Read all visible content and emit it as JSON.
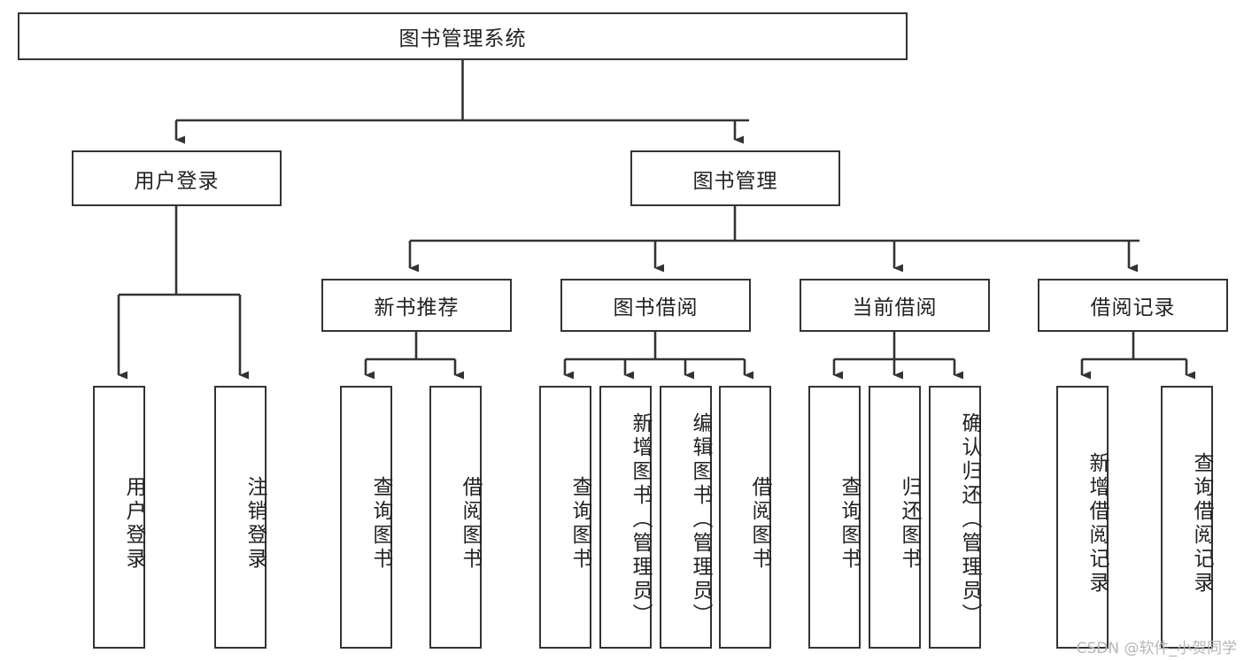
{
  "diagram": {
    "title": "图书管理系统",
    "type": "tree-hierarchy-diagram",
    "watermark": "CSDN @软件_小贺同学",
    "colors": {
      "box_border": "#333333",
      "box_fill": "#ffffff",
      "connector": "#333333",
      "text": "#222222",
      "watermark": "#b6b6b6"
    },
    "root": {
      "label": "图书管理系统"
    },
    "level2": [
      {
        "label": "用户登录"
      },
      {
        "label": "图书管理"
      }
    ],
    "level3": [
      {
        "label": "新书推荐"
      },
      {
        "label": "图书借阅"
      },
      {
        "label": "当前借阅"
      },
      {
        "label": "借阅记录"
      }
    ],
    "leaves": {
      "user_login": [
        {
          "label": "用户登录"
        },
        {
          "label": "注销登录"
        }
      ],
      "new_book_recommend": [
        {
          "label": "查询图书"
        },
        {
          "label": "借阅图书"
        }
      ],
      "book_borrow": [
        {
          "label": "查询图书"
        },
        {
          "label": "新增图书（管理员）"
        },
        {
          "label": "编辑图书（管理员）"
        },
        {
          "label": "借阅图书"
        }
      ],
      "current_borrow": [
        {
          "label": "查询图书"
        },
        {
          "label": "归还图书"
        },
        {
          "label": "确认归还（管理员）"
        }
      ],
      "borrow_records": [
        {
          "label": "新增借阅记录"
        },
        {
          "label": "查询借阅记录"
        }
      ]
    }
  }
}
